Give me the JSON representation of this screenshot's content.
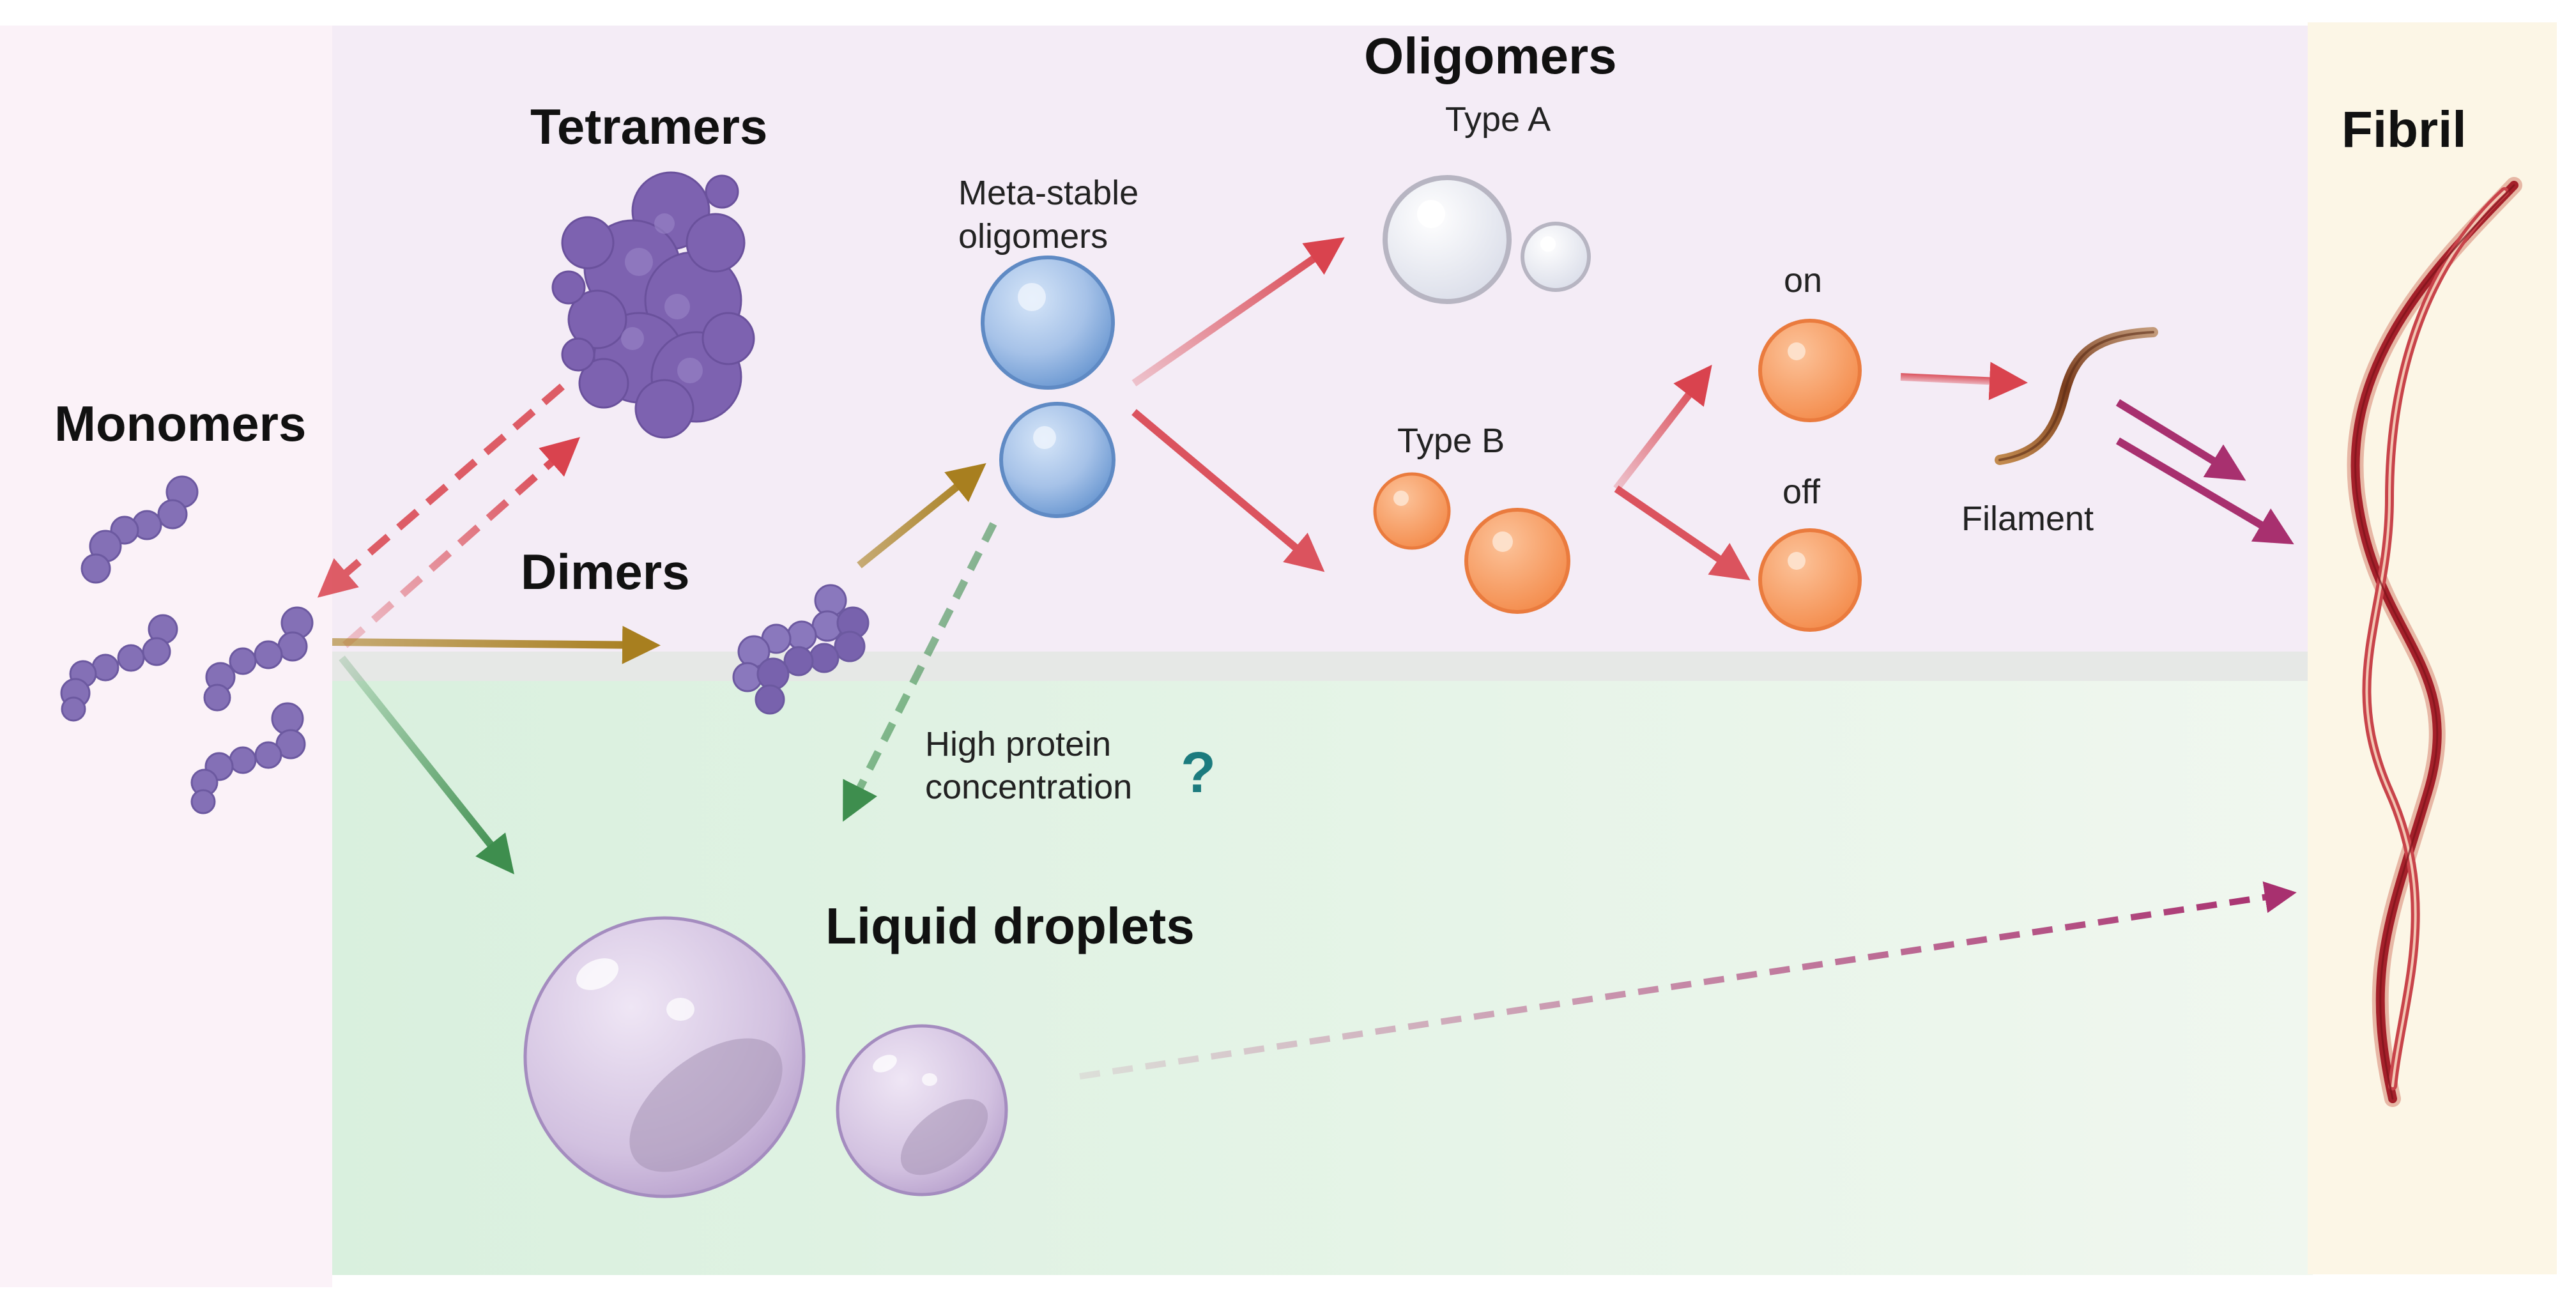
{
  "labels": {
    "monomers": "Monomers",
    "tetramers": "Tetramers",
    "dimers": "Dimers",
    "oligomers": "Oligomers",
    "type_a": "Type A",
    "type_b": "Type B",
    "metastable_line1": "Meta-stable",
    "metastable_line2": "oligomers",
    "on": "on",
    "off": "off",
    "filament": "Filament",
    "fibril": "Fibril",
    "high_protein_line1": "High protein",
    "high_protein_line2": "concentration",
    "question_mark": "?",
    "liquid_droplets": "Liquid droplets"
  },
  "colors": {
    "top_panel": "#f4ecf6",
    "bottom_panel": "#e3f3e6",
    "left_panel": "#fbf2f8",
    "right_panel": "#fcf6e6",
    "divider": "#e6e8e6",
    "protein": "#8470b6",
    "tetramer": "#7d62b0",
    "metastable": "#a6c2e8",
    "type_a": "#e8eaf2",
    "type_b": "#f7a36e",
    "droplet": "#cdbbdc",
    "arrow_red": "#d9434e",
    "arrow_gold": "#a87f1f",
    "arrow_green": "#3e8e4e",
    "arrow_magenta": "#a8306f",
    "question": "#1c7b7e"
  }
}
